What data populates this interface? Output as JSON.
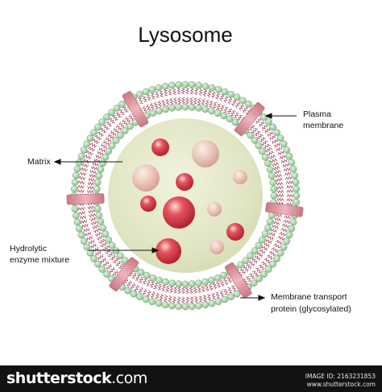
{
  "title": "Lysosome",
  "labels": {
    "plasma_membrane_line1": "Plasma",
    "plasma_membrane_line2": "membrane",
    "matrix": "Matrix",
    "hydrolytic_line1": "Hydrolytic",
    "hydrolytic_line2": "enzyme mixture",
    "transport_line1": "Membrane transport",
    "transport_line2": "protein (glycosylated)"
  },
  "footer": {
    "brand": "shutterstock",
    "brand_suffix": ".com",
    "image_id": "IMAGE ID: 2163231853",
    "site": "www.shutterstock.com"
  },
  "colors": {
    "head_bead": "#a9d1a9",
    "head_bead_stroke": "#6fa06f",
    "tail": "#9c3a55",
    "matrix": "#dfe3c3",
    "protein": "#d98e97",
    "enzyme_red": "#cc2f3c",
    "enzyme_pale": "#e6b8ad",
    "footer_bg": "#121212"
  },
  "icons": {
    "pointer": "arrow-icon"
  }
}
